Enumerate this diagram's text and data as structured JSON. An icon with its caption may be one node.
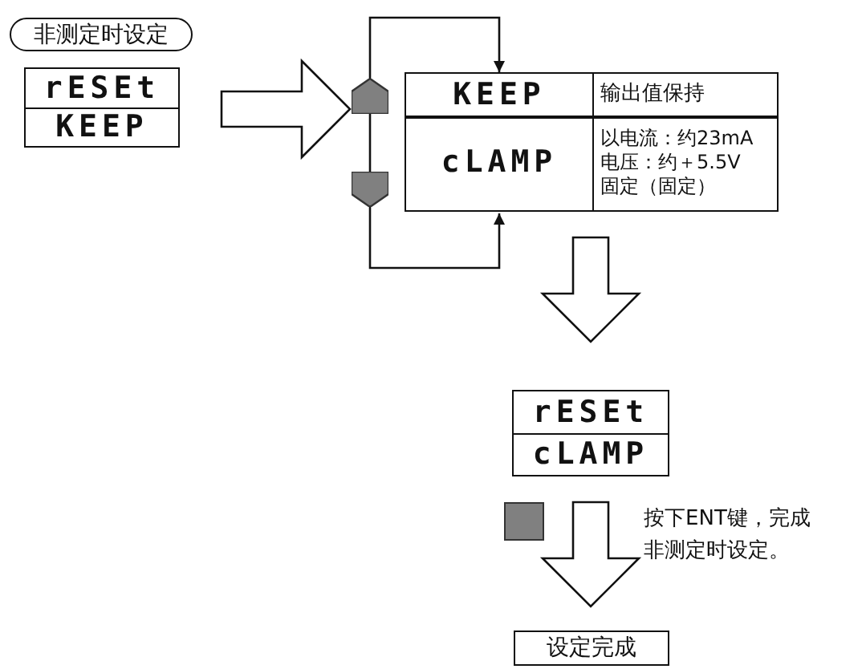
{
  "diagram": {
    "nodes": [
      {
        "text": [
          "非测定时设定"
        ]
      },
      {
        "text": [
          "rESEt",
          "KEEP"
        ]
      },
      {
        "text": [
          "KEEP",
          "输出值保持"
        ]
      },
      {
        "text": [
          "cLAMP",
          "以电流：约23mA电压：约＋5.5V固定（固定）"
        ]
      },
      {
        "text": [],
        "shape": "pentagon"
      },
      {
        "text": [],
        "shape": "pentagon"
      },
      {
        "text": [
          "rESEt",
          "cLAMP"
        ]
      },
      {
        "text": [],
        "shape": "box"
      },
      {
        "text": [
          "设定完成"
        ]
      }
    ],
    "edges": [
      {
        "from": 1,
        "to": 4,
        "arrow": "to",
        "style": "thick"
      },
      {
        "from": 4,
        "to": 2,
        "arrow": "to"
      },
      {
        "from": 4,
        "to": 5,
        "arrow": "none"
      },
      {
        "from": 5,
        "to": 3,
        "arrow": "to"
      },
      {
        "from": 3,
        "to": 6,
        "arrow": "to",
        "style": "thick"
      },
      {
        "from": 6,
        "to": 8,
        "arrow": "to",
        "style": "thick",
        "label": "按下ENT键，完成非测定时设定。"
      }
    ]
  }
}
